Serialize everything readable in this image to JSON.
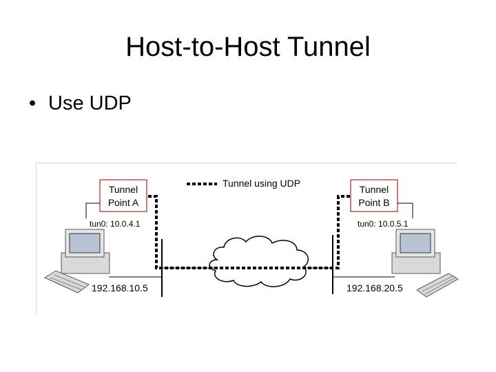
{
  "slide": {
    "title": "Host-to-Host Tunnel",
    "bullets": [
      "Use UDP"
    ]
  },
  "diagram": {
    "legend": "Tunnel using UDP",
    "endpoint_a": {
      "tunnel_label_line1": "Tunnel",
      "tunnel_label_line2": "Point A",
      "tun_address": "tun0: 10.0.4.1",
      "host_address": "192.168.10.5"
    },
    "endpoint_b": {
      "tunnel_label_line1": "Tunnel",
      "tunnel_label_line2": "Point B",
      "tun_address": "tun0: 10.0.5.1",
      "host_address": "192.168.20.5"
    },
    "colors": {
      "label_box_border": "#c0504d",
      "line": "#000000",
      "monitor_body": "#d9d9d9",
      "screen": "#b8c4d4"
    }
  }
}
